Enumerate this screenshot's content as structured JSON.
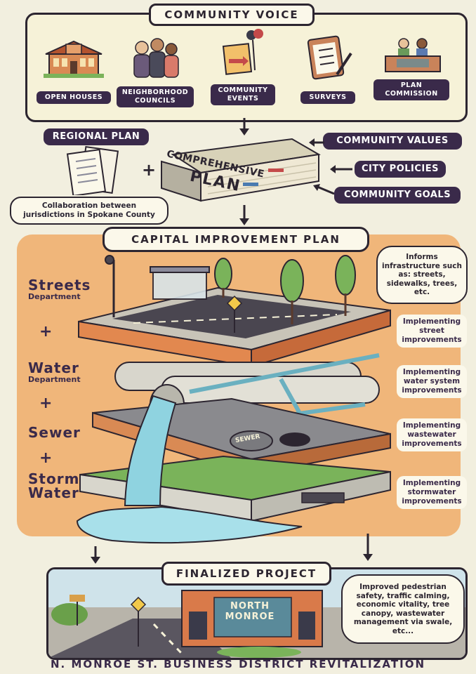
{
  "community_voice": {
    "title": "COMMUNITY VOICE",
    "items": [
      {
        "label": "OPEN HOUSES",
        "icon": "town-hall-icon"
      },
      {
        "label": "NEIGHBORHOOD COUNCILS",
        "icon": "people-group-icon"
      },
      {
        "label": "COMMUNITY EVENTS",
        "icon": "event-sign-icon"
      },
      {
        "label": "SURVEYS",
        "icon": "clipboard-icon"
      },
      {
        "label": "PLAN COMMISSION",
        "icon": "commission-desk-icon"
      }
    ]
  },
  "comprehensive": {
    "regional_plan": "REGIONAL PLAN",
    "collaboration": "Collaboration between jurisdictions in Spokane County",
    "book_title_1": "COMPREHENSIVE",
    "book_title_2": "PLAN",
    "plus": "+",
    "inputs": [
      "COMMUNITY VALUES",
      "CITY POLICIES",
      "COMMUNITY GOALS"
    ]
  },
  "capital": {
    "title": "CAPITAL IMPROVEMENT PLAN",
    "informs": "Informs infrastructure such as: streets, sidewalks, trees, etc.",
    "departments": [
      {
        "name": "Streets",
        "sub": "Department",
        "impl": "Implementing street improvements"
      },
      {
        "name": "Water",
        "sub": "Department",
        "impl": "Implementing water system improvements"
      },
      {
        "name": "Sewer",
        "sub": "",
        "impl": "Implementing wastewater improvements"
      },
      {
        "name": "Storm Water",
        "sub": "",
        "impl": "Implementing stormwater improvements"
      }
    ],
    "plus": "+",
    "manhole_text": "SEWER"
  },
  "finalized": {
    "title": "FINALIZED PROJECT",
    "description": "Improved pedestrian safety, traffic calming, economic vitality, tree canopy, wastewater management via swale, etc...",
    "mural_text": "NORTH MONROE"
  },
  "footer": "N. MONROE ST. BUSINESS DISTRICT REVITALIZATION",
  "colors": {
    "panel_cream": "#f6f2d8",
    "dark_purple": "#3a2a4a",
    "orange_panel": "#f0b67a",
    "water": "#8fd3e0"
  }
}
